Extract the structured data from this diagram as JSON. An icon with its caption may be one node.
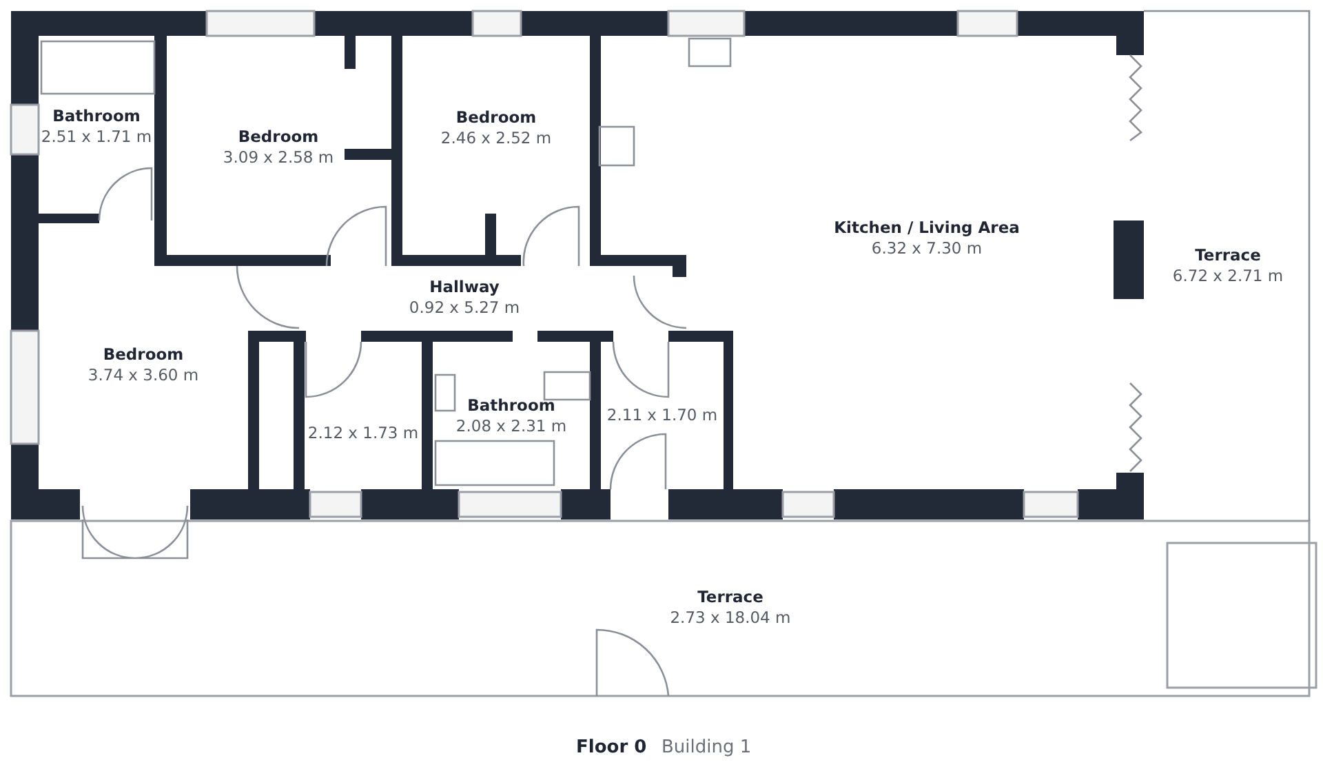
{
  "diagram": {
    "nodes": [
      {
        "text": [
          "Bathroom",
          "2.51 x 1.71 m"
        ]
      },
      {
        "text": [
          "Bedroom",
          "3.09 x 2.58 m"
        ]
      },
      {
        "text": [
          "Bedroom",
          "2.46 x 2.52 m"
        ]
      },
      {
        "text": [
          "Kitchen / Living Area",
          "6.32 x 7.30 m"
        ]
      },
      {
        "text": [
          "Terrace",
          "6.72 x 2.71 m"
        ]
      },
      {
        "text": [
          "Hallway",
          "0.92 x 5.27 m"
        ]
      },
      {
        "text": [
          "Bedroom",
          "3.74 x 3.60 m"
        ]
      },
      {
        "text": [
          "2.12 x 1.73 m"
        ]
      },
      {
        "text": [
          "Bathroom",
          "2.08 x 2.31 m"
        ]
      },
      {
        "text": [
          "2.11 x 1.70 m"
        ]
      },
      {
        "text": [
          "Terrace",
          "2.73 x 18.04 m"
        ]
      }
    ],
    "labels": [
      "Floor 0",
      "Building 1"
    ]
  }
}
